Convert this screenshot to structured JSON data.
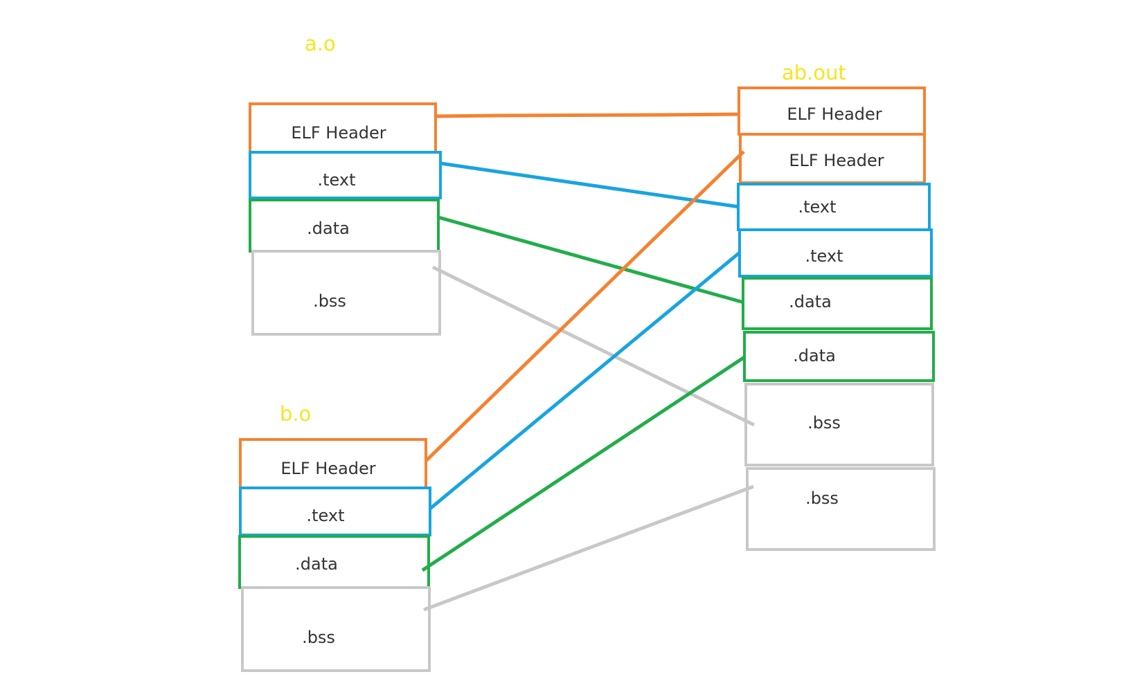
{
  "colors": {
    "header": "#f58231",
    "text": "#18a4e0",
    "data": "#22ad4a",
    "bss": "#c8c8c8",
    "title": "#f5e61e",
    "label": "#333333",
    "background": "#ffffff"
  },
  "files": {
    "a": {
      "title": "a.o",
      "sections": {
        "header": "ELF Header",
        "text": ".text",
        "data": ".data",
        "bss": ".bss"
      }
    },
    "b": {
      "title": "b.o",
      "sections": {
        "header": "ELF Header",
        "text": ".text",
        "data": ".data",
        "bss": ".bss"
      }
    },
    "out": {
      "title": "ab.out",
      "sections": {
        "header1": "ELF Header",
        "header2": "ELF Header",
        "text1": ".text",
        "text2": ".text",
        "data1": ".data",
        "data2": ".data",
        "bss1": ".bss",
        "bss2": ".bss"
      }
    }
  }
}
